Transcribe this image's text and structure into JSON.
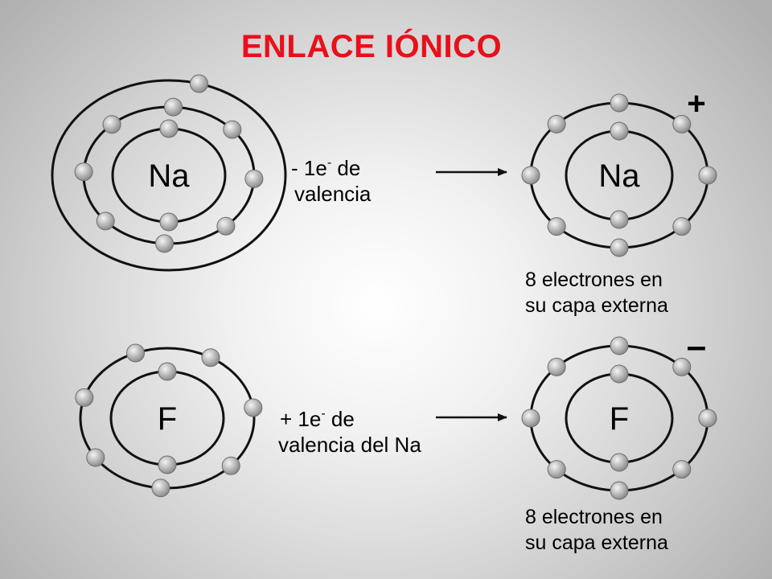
{
  "title": "ENLACE IÓNICO",
  "colors": {
    "title": "#e8101a",
    "orbit": "#111111",
    "electron_light": "#f4f4f4",
    "electron_dark": "#8c8c8c"
  },
  "rows": [
    {
      "left_atom": {
        "symbol": "Na",
        "electrons_per_shell": [
          2,
          8,
          1
        ]
      },
      "note": {
        "prefix": "- 1e",
        "superscript": "-",
        "suffix": " de",
        "line2": "valencia"
      },
      "right_ion": {
        "symbol": "Na",
        "charge": "+",
        "electrons_per_shell": [
          2,
          8
        ],
        "caption_line1": "8 electrones en",
        "caption_line2": "su capa externa"
      }
    },
    {
      "left_atom": {
        "symbol": "F",
        "electrons_per_shell": [
          2,
          7
        ]
      },
      "note": {
        "prefix": "+ 1e",
        "superscript": "-",
        "suffix": " de",
        "line2": "valencia del Na"
      },
      "right_ion": {
        "symbol": "F",
        "charge": "–",
        "electrons_per_shell": [
          2,
          8
        ],
        "caption_line1": "8 electrones en",
        "caption_line2": "su capa externa"
      }
    }
  ]
}
